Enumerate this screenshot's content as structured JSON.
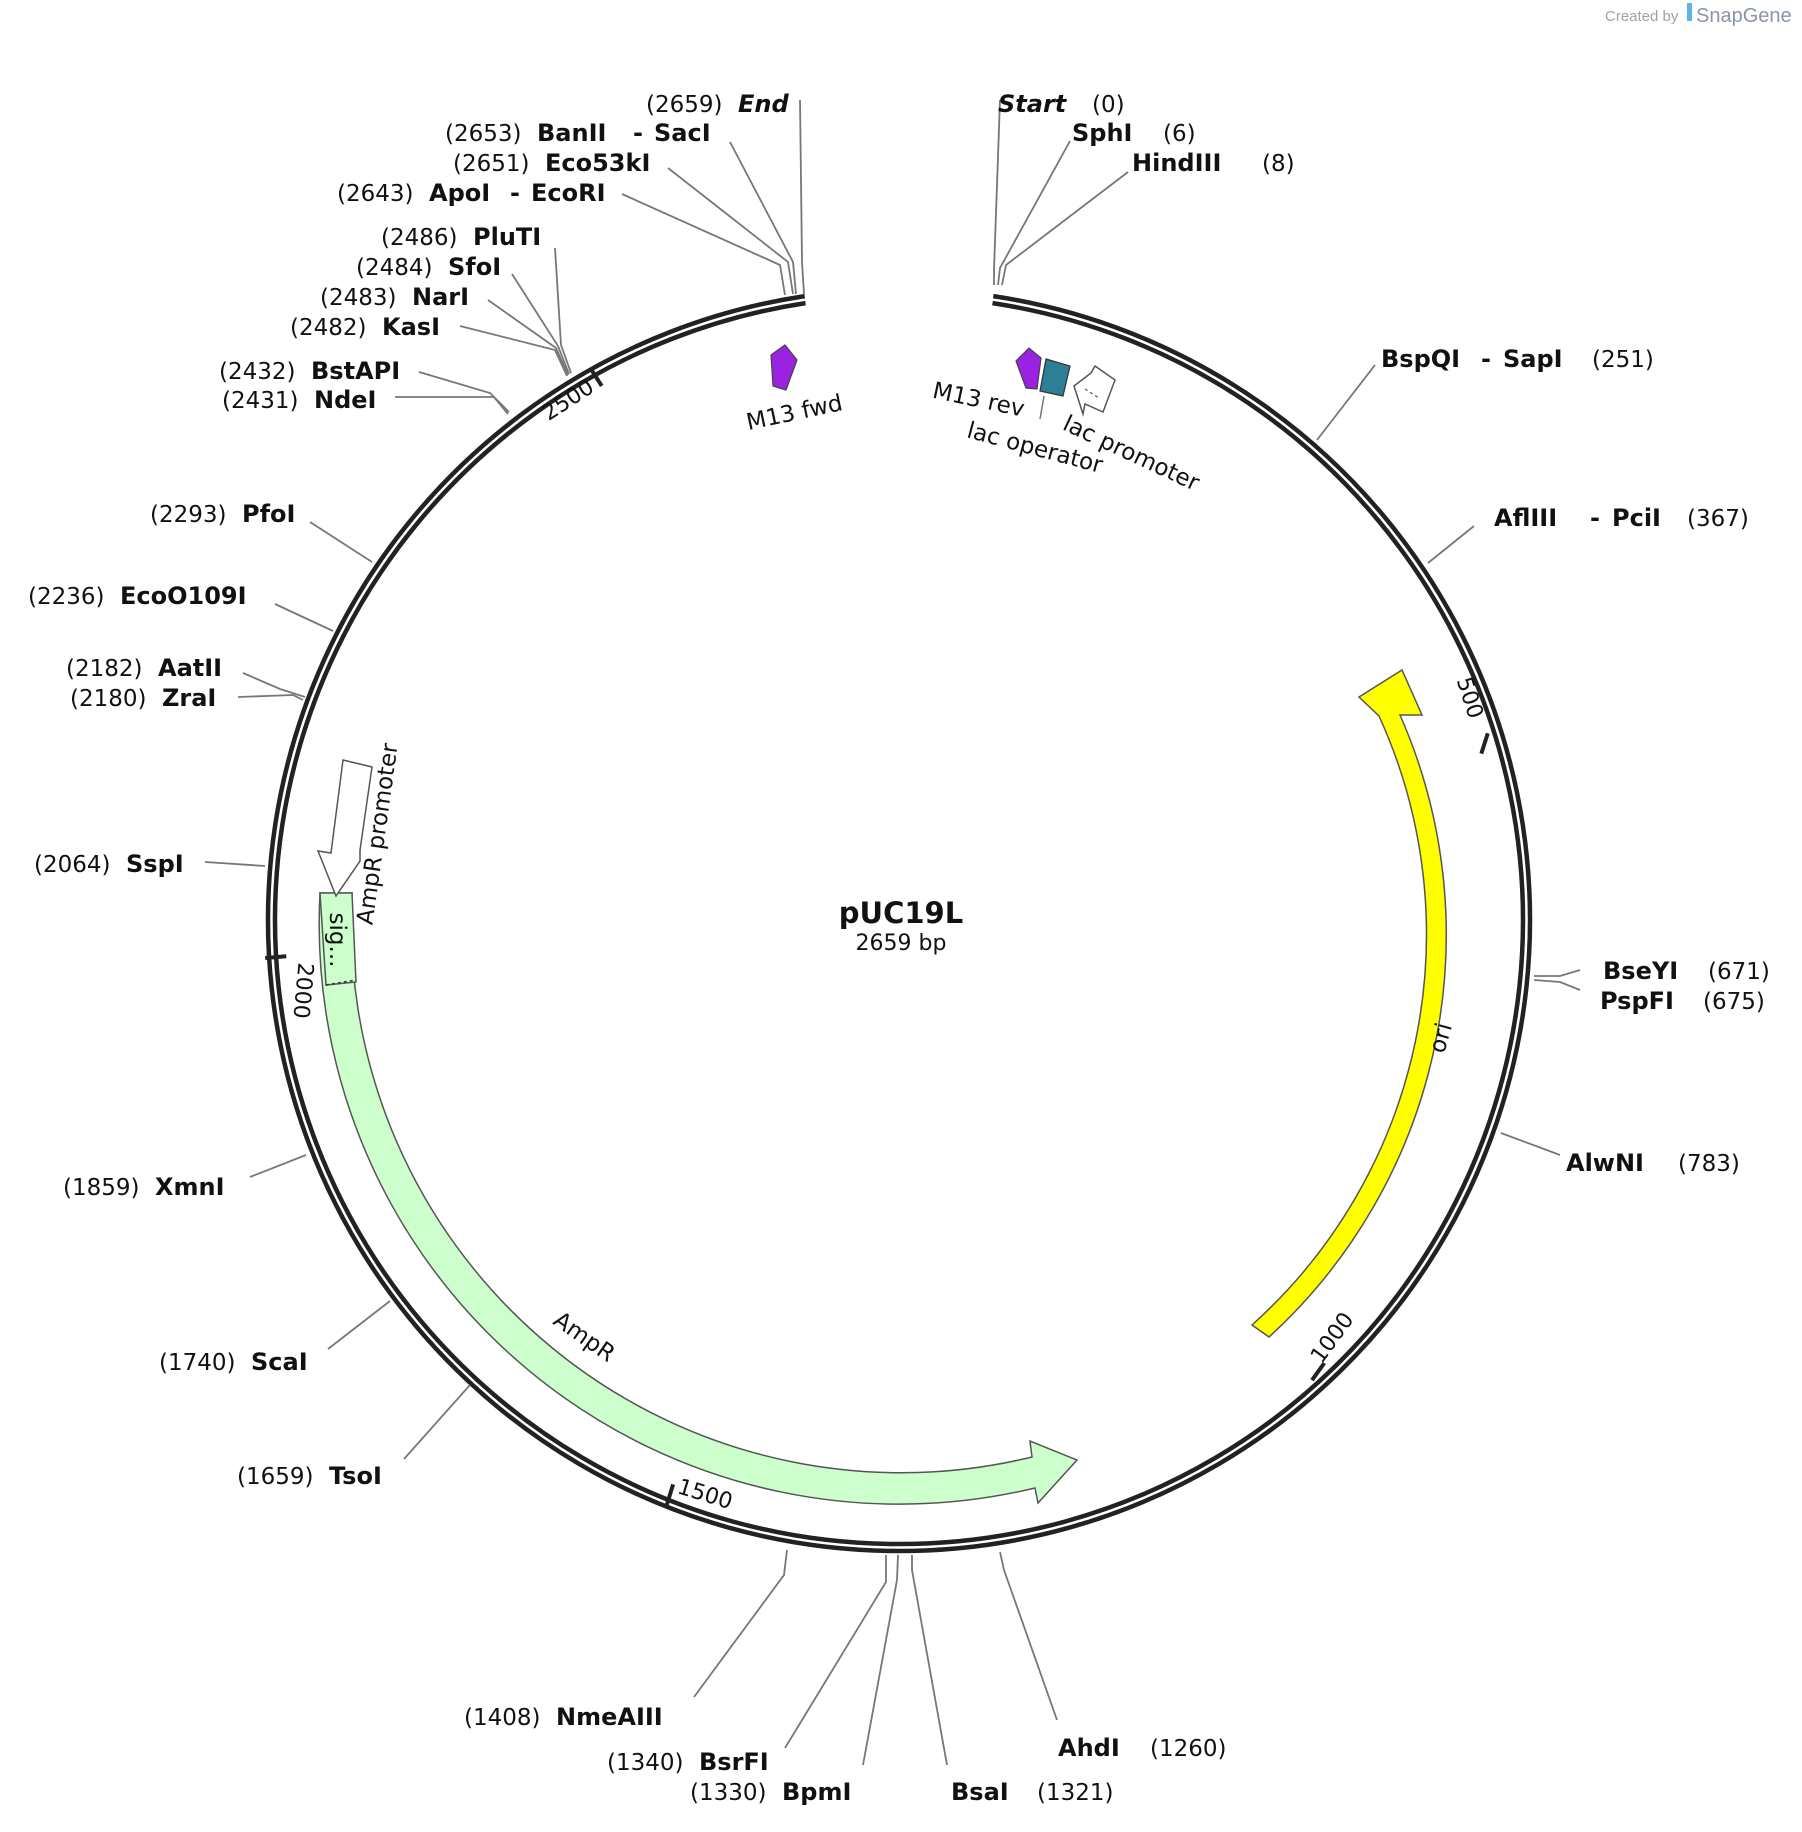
{
  "watermark": {
    "created_by": "Created by",
    "brand": "SnapGene"
  },
  "plasmid": {
    "name": "pUC19L",
    "size_label": "2659 bp",
    "length": 2659
  },
  "ring_ticks": [
    "500",
    "1000",
    "1500",
    "2000",
    "2500"
  ],
  "start_label": {
    "name": "Start",
    "pos": "(0)"
  },
  "end_label": {
    "name": "End",
    "pos": "(2659)"
  },
  "enzymes": [
    {
      "name": "SphI",
      "pos": "(6)"
    },
    {
      "name": "HindIII",
      "pos": "(8)"
    },
    {
      "name": "BspQI",
      "name2": "SapI",
      "pos": "(251)"
    },
    {
      "name": "AflIII",
      "name2": "PciI",
      "pos": "(367)"
    },
    {
      "name": "BseYI",
      "pos": "(671)"
    },
    {
      "name": "PspFI",
      "pos": "(675)"
    },
    {
      "name": "AlwNI",
      "pos": "(783)"
    },
    {
      "name": "AhdI",
      "pos": "(1260)"
    },
    {
      "name": "BsaI",
      "pos": "(1321)"
    },
    {
      "name": "BpmI",
      "pos": "(1330)"
    },
    {
      "name": "BsrFI",
      "pos": "(1340)"
    },
    {
      "name": "NmeAIII",
      "pos": "(1408)"
    },
    {
      "name": "TsoI",
      "pos": "(1659)"
    },
    {
      "name": "ScaI",
      "pos": "(1740)"
    },
    {
      "name": "XmnI",
      "pos": "(1859)"
    },
    {
      "name": "SspI",
      "pos": "(2064)"
    },
    {
      "name": "ZraI",
      "pos": "(2180)"
    },
    {
      "name": "AatII",
      "pos": "(2182)"
    },
    {
      "name": "EcoO109I",
      "pos": "(2236)"
    },
    {
      "name": "PfoI",
      "pos": "(2293)"
    },
    {
      "name": "NdeI",
      "pos": "(2431)"
    },
    {
      "name": "BstAPI",
      "pos": "(2432)"
    },
    {
      "name": "KasI",
      "pos": "(2482)"
    },
    {
      "name": "NarI",
      "pos": "(2483)"
    },
    {
      "name": "SfoI",
      "pos": "(2484)"
    },
    {
      "name": "PluTI",
      "pos": "(2486)"
    },
    {
      "name": "ApoI",
      "name2": "EcoRI",
      "pos": "(2643)"
    },
    {
      "name": "Eco53kI",
      "pos": "(2651)"
    },
    {
      "name": "BanII",
      "name2": "SacI",
      "pos": "(2653)"
    }
  ],
  "features": {
    "m13_fwd": "M13 fwd",
    "m13_rev": "M13 rev",
    "lac_operator": "lac operator",
    "lac_promoter": "lac promoter",
    "ori": "ori",
    "ampr": "AmpR",
    "ampr_promoter": "AmpR promoter",
    "sig": "sig..."
  },
  "colors": {
    "backbone": "#222222",
    "ori": "#ffff00",
    "ampr": "#ccffcc",
    "m13": "#9a22e0",
    "lac_operator": "#2e7f95",
    "promoter_fill": "#ffffff",
    "connector": "#777777"
  }
}
